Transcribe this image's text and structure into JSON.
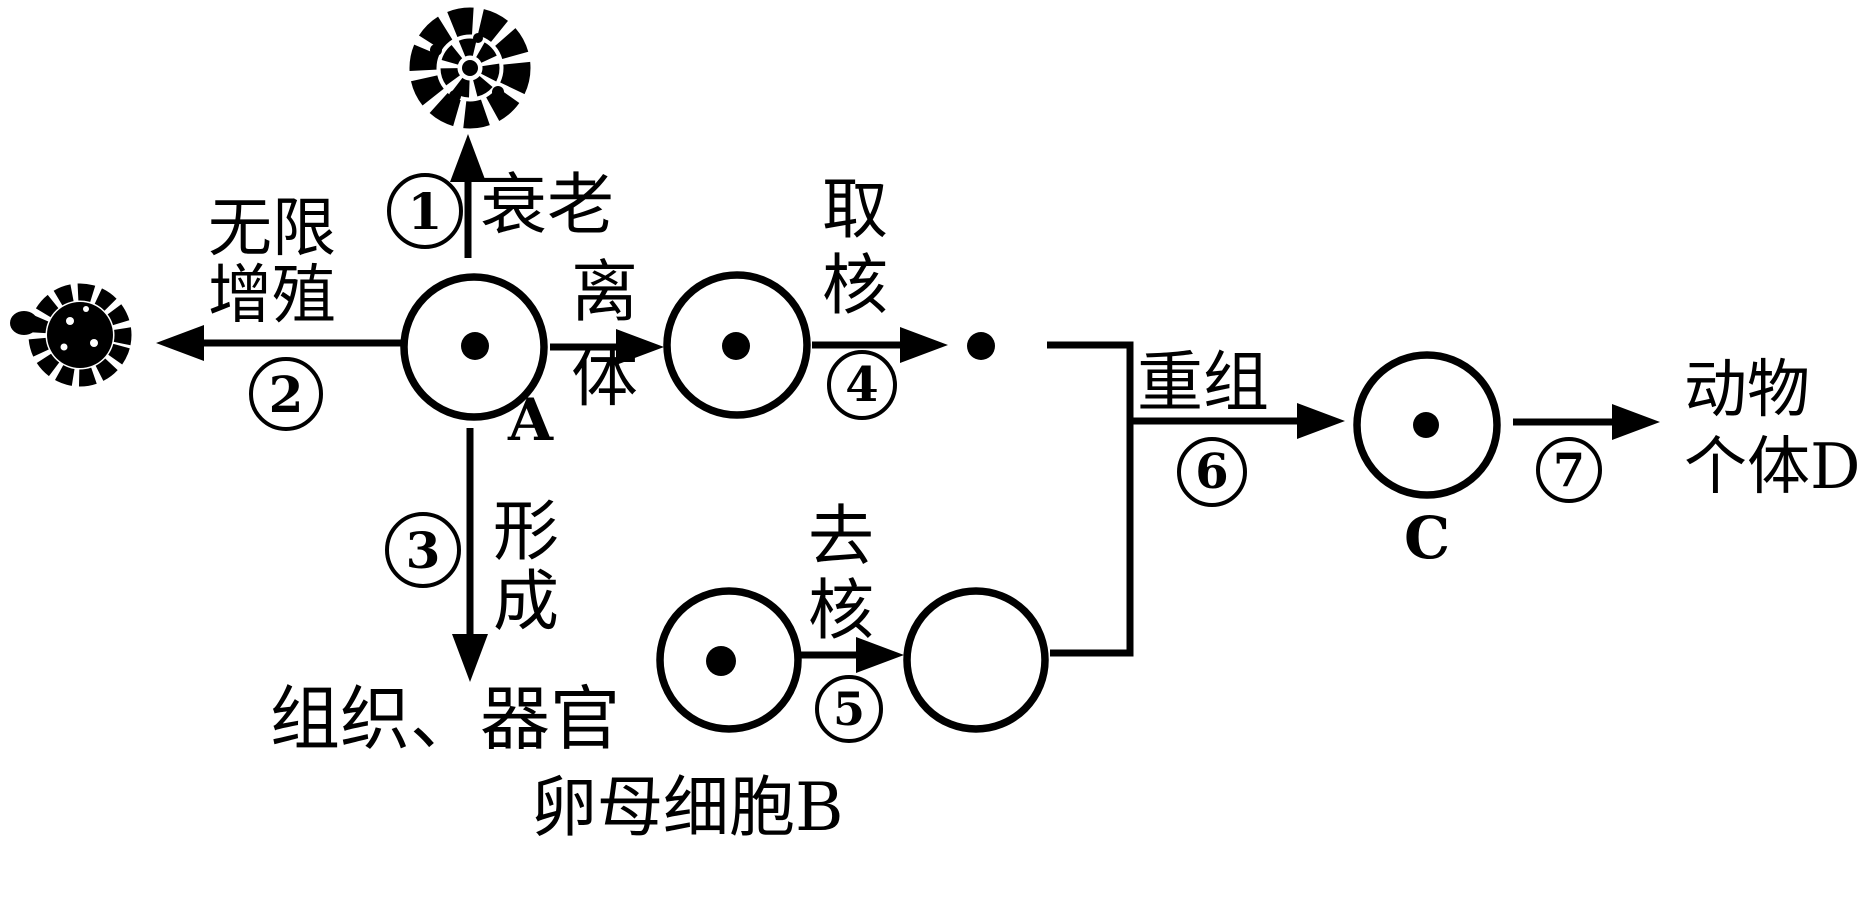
{
  "diagram": {
    "type": "biology-flow-diagram",
    "language": "zh-CN",
    "ink_color": "#000000",
    "background_color": "#ffffff",
    "cells": {
      "a_label": "A",
      "oocyte_label": "卵母细胞B",
      "c_label": "C"
    },
    "processes": {
      "p1": {
        "num": "1",
        "label": "衰老"
      },
      "p2": {
        "num": "2",
        "label_line1": "无限",
        "label_line2": "增殖"
      },
      "p3": {
        "num": "3",
        "label": "形成"
      },
      "p4": {
        "num": "4",
        "label": "取核"
      },
      "p5": {
        "num": "5",
        "label": "去核"
      },
      "p6": {
        "num": "6",
        "label": "重组"
      },
      "p7": {
        "num": "7"
      },
      "isolate_label": "离体"
    },
    "outputs": {
      "tissues_organs": "组织、器官",
      "animal_line1": "动物",
      "animal_line2": "个体D"
    }
  }
}
